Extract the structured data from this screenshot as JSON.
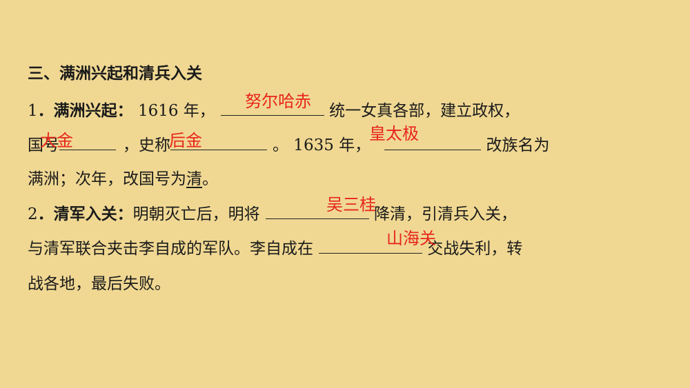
{
  "section_title": "三、满洲兴起和清兵入关",
  "item1": {
    "num": "1",
    "head": "．满洲兴起：",
    "t1": " 1616 年，",
    "t2": " 统一女真各部，建立政权，",
    "l2_a": "国号",
    "l2_b": "，史称",
    "l2_c": "。 1635 年，",
    "l2_d": " 改族名为",
    "l3_a": "满洲；次年，改国号为",
    "l3_qing": "清",
    "l3_b": "。"
  },
  "item2": {
    "num": "2",
    "head": "．清军入关：",
    "t1": "明朝灭亡后，明将",
    "t2": " 降清，引清兵入关，",
    "l2_a": "与清军联合夹击李自成的军队。李自成在",
    "l2_b": " 交战失利，转",
    "l3": "战各地，最后失败。"
  },
  "answers": {
    "nurhaci": "努尔哈赤",
    "dajin": "大金",
    "houjin": "后金",
    "huangtaiji": "皇太极",
    "wusangui": "吴三桂",
    "shanhaiguan": "山海关"
  }
}
